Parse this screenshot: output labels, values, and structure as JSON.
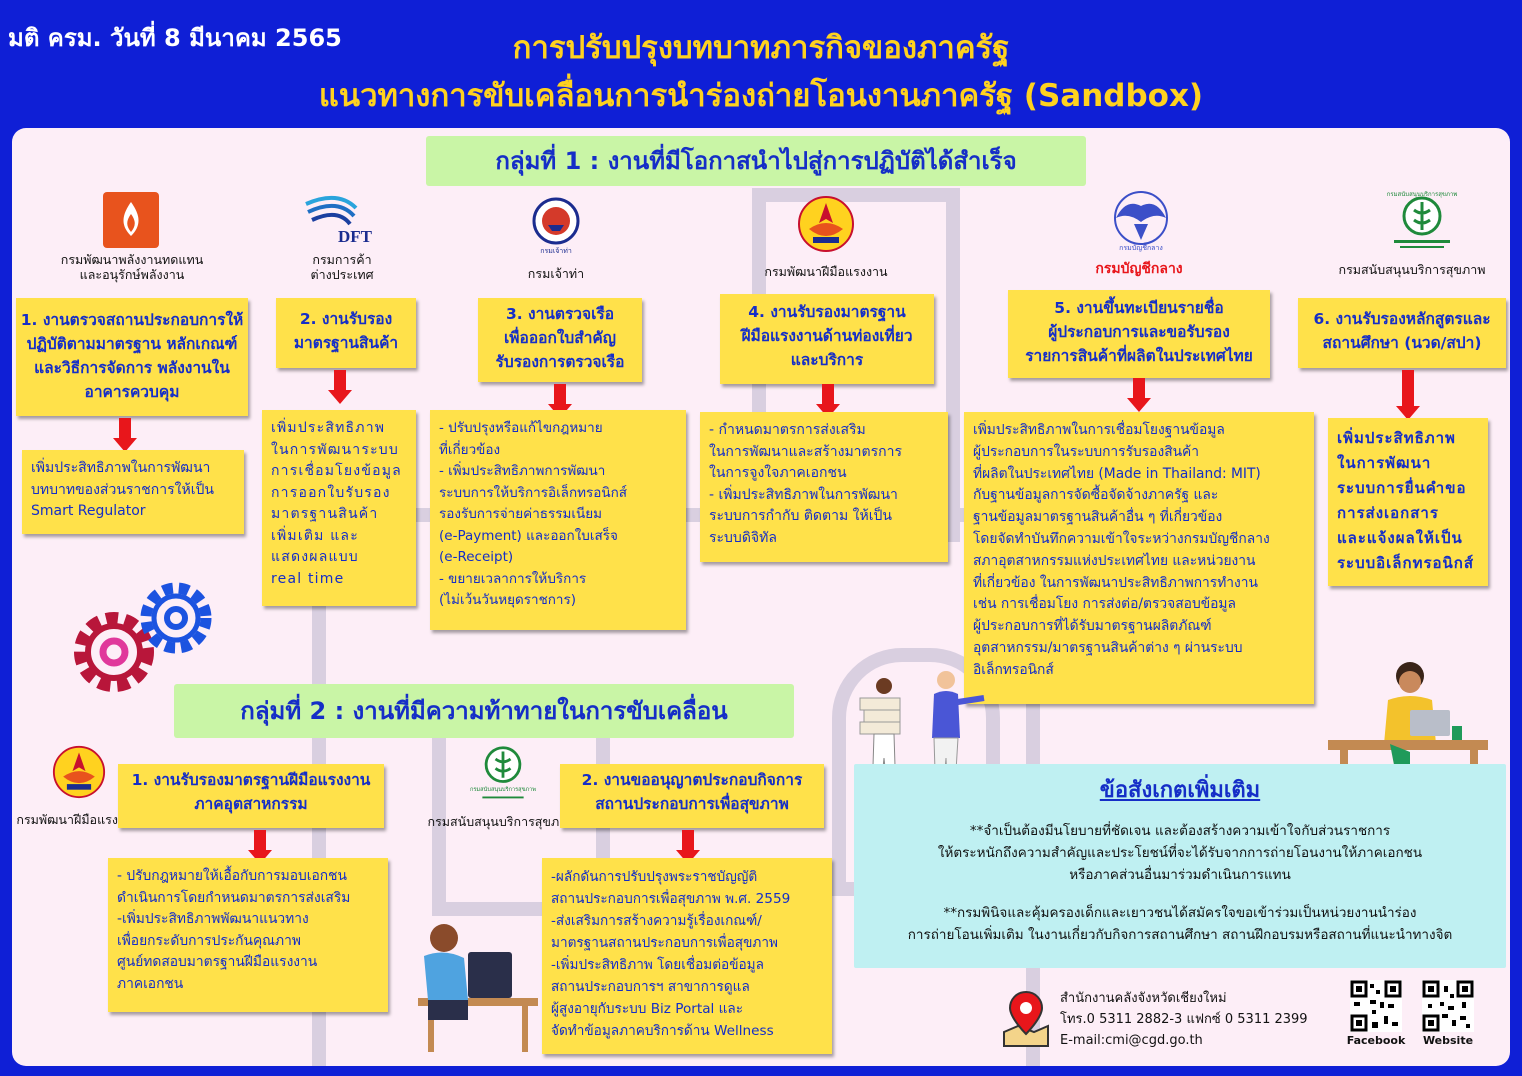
{
  "header": {
    "date": "มติ ครม. วันที่ 8 มีนาคม 2565",
    "title_line1": "การปรับปรุงบทบาทภารกิจของภาครัฐ",
    "title_line2": "แนวทางการขับเคลื่อนการนำร่องถ่ายโอนงานภาครัฐ (Sandbox)"
  },
  "group1": {
    "title": "กลุ่มที่ 1 : งานที่มีโอกาสนำไปสู่การปฏิบัติได้สำเร็จ",
    "items": [
      {
        "agency": "กรมพัฒนาพลังงานทดแทน\nและอนุรักษ์พลังงาน",
        "head": "1. งานตรวจสถานประกอบการให้ปฏิบัติตามมาตรฐาน หลักเกณฑ์และวิธีการจัดการ พลังงานในอาคารควบคุม",
        "body": "เพิ่มประสิทธิภาพในการพัฒนาบทบาทของส่วนราชการให้เป็น Smart Regulator"
      },
      {
        "logo_text": "DFT",
        "agency": "กรมการค้า\nต่างประเทศ",
        "head": "2. งานรับรอง\nมาตรฐานสินค้า",
        "body": "เพิ่มประสิทธิภาพ\nในการพัฒนาระบบ\nการเชื่อมโยงข้อมูล\nการออกใบรับรอง\nมาตรฐานสินค้า\nเพิ่มเติม และ\nแสดงผลแบบ\nreal time"
      },
      {
        "logo_text": "กรมเจ้าท่า",
        "agency": "กรมเจ้าท่า",
        "head": "3. งานตรวจเรือ\nเพื่อออกใบสำคัญ\nรับรองการตรวจเรือ",
        "body": " - ปรับปรุงหรือแก้ไขกฎหมาย\nที่เกี่ยวข้อง\n - เพิ่มประสิทธิภาพการพัฒนา\nระบบการให้บริการอิเล็กทรอนิกส์\nรองรับการจ่ายค่าธรรมเนียม\n(e-Payment) และออกใบเสร็จ\n(e-Receipt)\n - ขยายเวลาการให้บริการ\n(ไม่เว้นวันหยุดราชการ)"
      },
      {
        "agency": "กรมพัฒนาฝีมือแรงงาน",
        "head": "4. งานรับรองมาตรฐาน\nฝีมือแรงงานด้านท่องเที่ยว\nและบริการ",
        "body": " - กำหนดมาตรการส่งเสริม\nในการพัฒนาและสร้างมาตรการ\nในการจูงใจภาคเอกชน\n - เพิ่มประสิทธิภาพในการพัฒนา\nระบบการกำกับ ติดตาม ให้เป็น\nระบบดิจิทัล"
      },
      {
        "logo_text": "กรมบัญชีกลาง",
        "agency": "กรมบัญชีกลาง",
        "head": "5. งานขึ้นทะเบียนรายชื่อ\nผู้ประกอบการและขอรับรอง\nรายการสินค้าที่ผลิตในประเทศไทย",
        "body": "เพิ่มประสิทธิภาพในการเชื่อมโยงฐานข้อมูล\nผู้ประกอบการในระบบการรับรองสินค้า\nที่ผลิตในประเทศไทย (Made in Thailand: MIT)\nกับฐานข้อมูลการจัดซื้อจัดจ้างภาครัฐ และ\nฐานข้อมูลมาตรฐานสินค้าอื่น ๆ ที่เกี่ยวข้อง\nโดยจัดทำบันทึกความเข้าใจระหว่างกรมบัญชีกลาง\nสภาอุตสาหกรรมแห่งประเทศไทย และหน่วยงาน\nที่เกี่ยวข้อง ในการพัฒนาประสิทธิภาพการทำงาน\nเช่น การเชื่อมโยง การส่งต่อ/ตรวจสอบข้อมูล\nผู้ประกอบการที่ได้รับมาตรฐานผลิตภัณฑ์\nอุตสาหกรรม/มาตรฐานสินค้าต่าง ๆ ผ่านระบบ\nอิเล็กทรอนิกส์"
      },
      {
        "logo_text": "กรมสนับสนุนบริการสุขภาพ",
        "agency": "กรมสนับสนุนบริการสุขภาพ",
        "head": "6. งานรับรองหลักสูตรและ\nสถานศึกษา (นวด/สปา)",
        "body": "เพิ่มประสิทธิภาพ\nในการพัฒนา\nระบบการยื่นคำขอ\nการส่งเอกสาร\nและแจ้งผลให้เป็น\nระบบอิเล็กทรอนิกส์"
      }
    ]
  },
  "group2": {
    "title": "กลุ่มที่ 2 : งานที่มีความท้าทายในการขับเคลื่อน",
    "items": [
      {
        "agency": "กรมพัฒนาฝีมือแรงงาน",
        "head": "1. งานรับรองมาตรฐานฝีมือแรงงาน\nภาคอุตสาหกรรม",
        "body": " - ปรับกฎหมายให้เอื้อกับการมอบเอกชน\nดำเนินการโดยกำหนดมาตรการส่งเสริม\n -เพิ่มประสิทธิภาพพัฒนาแนวทาง\nเพื่อยกระดับการประกันคุณภาพ\nศูนย์ทดสอบมาตรฐานฝีมือแรงงาน\nภาคเอกชน"
      },
      {
        "logo_text": "กรมสนับสนุนบริการสุขภาพ",
        "agency": "กรมสนับสนุนบริการสุขภาพ",
        "head": "2. งานขออนุญาตประกอบกิจการ\nสถานประกอบการเพื่อสุขภาพ",
        "body": "-ผลักดันการปรับปรุงพระราชบัญญัติ\nสถานประกอบการเพื่อสุขภาพ พ.ศ. 2559\n-ส่งเสริมการสร้างความรู้เรื่องเกณฑ์/\nมาตรฐานสถานประกอบการเพื่อสุขภาพ\n-เพิ่มประสิทธิภาพ โดยเชื่อมต่อข้อมูล\nสถานประกอบการฯ สาขาการดูแล\nผู้สูงอายุกับระบบ Biz Portal และ\nจัดทำข้อมูลภาคบริการด้าน Wellness"
      }
    ]
  },
  "notes": {
    "title": "ข้อสังเกตเพิ่มเติม",
    "note1": "**จำเป็นต้องมีนโยบายที่ชัดเจน และต้องสร้างความเข้าใจกับส่วนราชการ\nให้ตระหนักถึงความสำคัญและประโยชน์ที่จะได้รับจากการถ่ายโอนงานให้ภาคเอกชน\nหรือภาคส่วนอื่นมาร่วมดำเนินการแทน",
    "note2": "**กรมพินิจและคุ้มครองเด็กและเยาวชนได้สมัครใจขอเข้าร่วมเป็นหน่วยงานนำร่อง\nการถ่ายโอนเพิ่มเติม ในงานเกี่ยวกับกิจการสถานศึกษา สถานฝึกอบรมหรือสถานที่แนะนำทางจิต"
  },
  "contact": {
    "office": "สำนักงานคลังจังหวัดเชียงใหม่",
    "phone": "โทร.0 5311 2882-3 แฟกซ์ 0 5311 2399",
    "email": "E-mail:cmi@cgd.go.th",
    "qr1_label": "Facebook",
    "qr2_label": "Website"
  },
  "colors": {
    "background": "#0f1fd6",
    "panel": "#fdeef7",
    "card": "#ffe14a",
    "text_blue": "#152ec7",
    "title_yellow": "#ffd21f",
    "group_green": "#c9f5a6",
    "note_cyan": "#bff0f2",
    "arrow_red": "#e8161b"
  }
}
